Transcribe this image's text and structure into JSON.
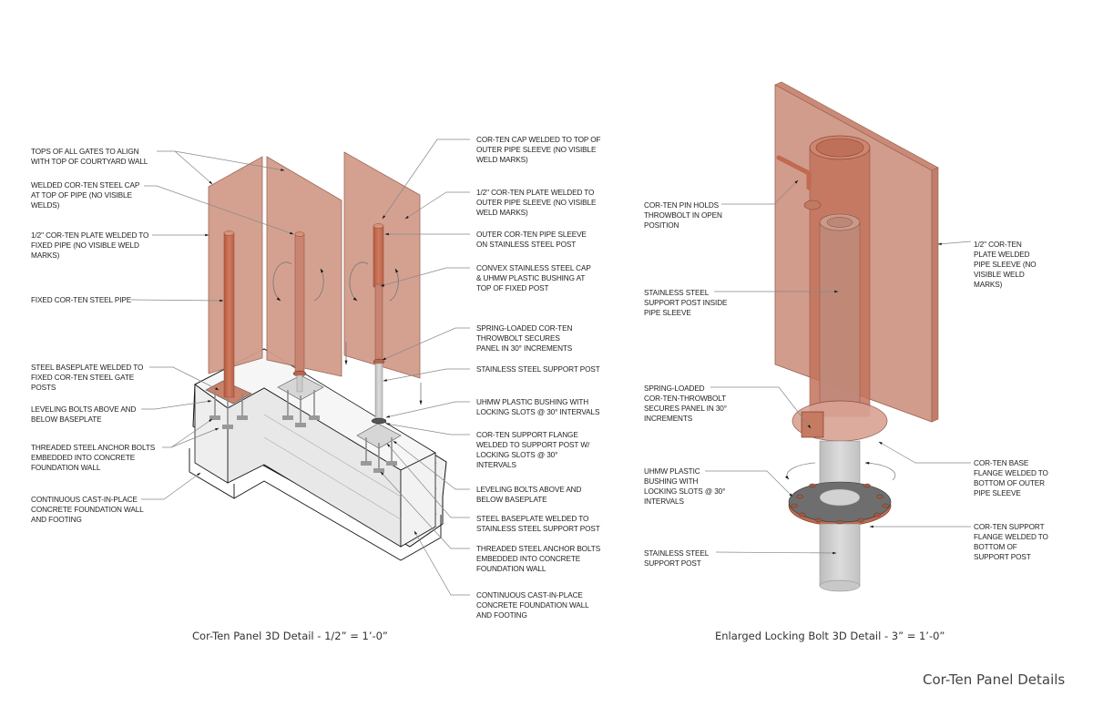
{
  "colors": {
    "corten_plate": "#d29c8c",
    "corten_pipe": "#c06a50",
    "concrete": "#efefef",
    "stainless": "#cfcfcf",
    "leader": "#888888",
    "text": "#222222"
  },
  "sheet_title": "Cor-Ten Panel Details",
  "detail_left": {
    "caption": "Cor-Ten Panel 3D Detail - 1/2” = 1’-0”",
    "labels_left": [
      "TOPS OF ALL GATES TO ALIGN\nWITH TOP OF COURTYARD WALL",
      "WELDED COR-TEN STEEL CAP\nAT TOP OF PIPE (NO VISIBLE\nWELDS)",
      "1/2\" COR-TEN PLATE WELDED TO\nFIXED PIPE (NO VISIBLE WELD\nMARKS)",
      "FIXED COR-TEN STEEL PIPE",
      "STEEL BASEPLATE WELDED TO\nFIXED COR-TEN STEEL GATE\nPOSTS",
      "LEVELING BOLTS ABOVE AND\nBELOW BASEPLATE",
      "THREADED STEEL ANCHOR BOLTS\nEMBEDDED INTO CONCRETE\nFOUNDATION WALL",
      "CONTINUOUS CAST-IN-PLACE\nCONCRETE FOUNDATION WALL\nAND FOOTING"
    ],
    "labels_right": [
      "COR-TEN CAP WELDED TO TOP OF\nOUTER PIPE SLEEVE (NO VISIBLE\nWELD MARKS)",
      "1/2\" COR-TEN PLATE WELDED TO\nOUTER PIPE SLEEVE (NO VISIBLE\nWELD MARKS)",
      "OUTER COR-TEN PIPE SLEEVE\nON STAINLESS STEEL POST",
      "CONVEX STAINLESS STEEL CAP\n& UHMW PLASTIC BUSHING  AT\nTOP OF FIXED POST",
      "SPRING-LOADED COR-TEN\nTHROWBOLT SECURES\nPANEL IN 30° INCREMENTS",
      "STAINLESS STEEL SUPPORT POST",
      "UHMW  PLASTIC BUSHING WITH\nLOCKING SLOTS @ 30° INTERVALS",
      "COR-TEN SUPPORT FLANGE\nWELDED TO SUPPORT POST W/\nLOCKING SLOTS @ 30°\nINTERVALS",
      "LEVELING BOLTS ABOVE AND\nBELOW BASEPLATE",
      "STEEL BASEPLATE WELDED TO\nSTAINLESS STEEL SUPPORT POST",
      "THREADED STEEL ANCHOR BOLTS\nEMBEDDED INTO CONCRETE\nFOUNDATION WALL",
      "CONTINUOUS CAST-IN-PLACE\nCONCRETE FOUNDATION WALL\nAND FOOTING"
    ]
  },
  "detail_right": {
    "caption": "Enlarged Locking Bolt 3D Detail - 3” = 1’-0”",
    "labels_left": [
      "COR-TEN PIN HOLDS\nTHROWBOLT IN OPEN\nPOSITION",
      "STAINLESS STEEL\nSUPPORT POST INSIDE\nPIPE SLEEVE",
      "SPRING-LOADED\nCOR-TEN-THROWBOLT\nSECURES PANEL IN 30°\nINCREMENTS",
      "UHMW PLASTIC\nBUSHING WITH\nLOCKING SLOTS @ 30°\nINTERVALS",
      "STAINLESS STEEL\nSUPPORT POST"
    ],
    "labels_right": [
      "1/2\" COR-TEN\nPLATE WELDED\nPIPE SLEEVE (NO\nVISIBLE WELD\nMARKS)",
      "COR-TEN BASE\nFLANGE WELDED TO\nBOTTOM OF OUTER\nPIPE SLEEVE",
      "COR-TEN SUPPORT\nFLANGE WELDED TO\nBOTTOM OF\nSUPPORT POST"
    ]
  }
}
